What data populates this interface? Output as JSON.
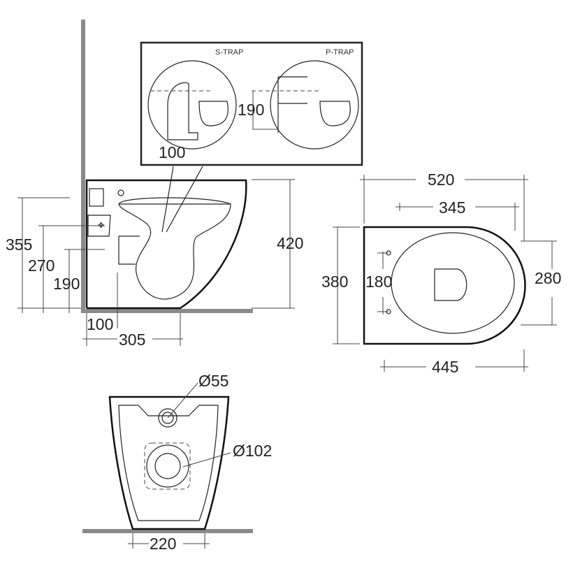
{
  "inset": {
    "s_trap_label": "S-TRAP",
    "p_trap_label": "P-TRAP",
    "dim_190": "190",
    "dim_100": "100"
  },
  "side_view": {
    "dim_355": "355",
    "dim_270": "270",
    "dim_190": "190",
    "dim_420": "420",
    "dim_100": "100",
    "dim_305": "305"
  },
  "top_view": {
    "dim_520": "520",
    "dim_345": "345",
    "dim_380": "380",
    "dim_180": "180",
    "dim_280": "280",
    "dim_445": "445"
  },
  "rear_view": {
    "dim_55": "Ø55",
    "dim_102": "Ø102",
    "dim_220": "220"
  }
}
